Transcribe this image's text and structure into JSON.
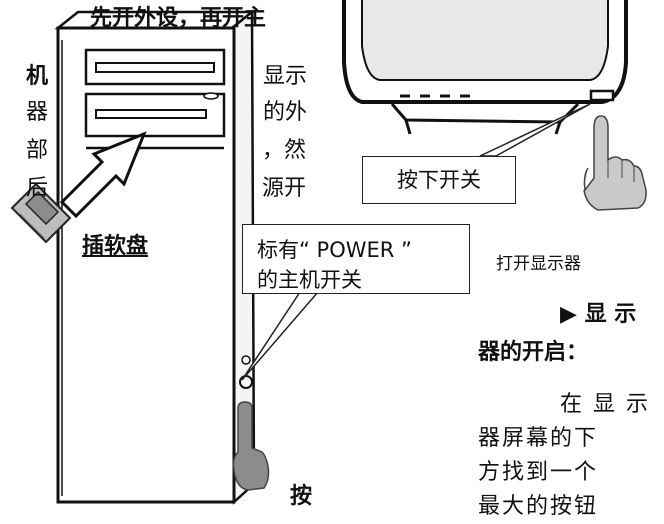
{
  "instructions_left": {
    "heading": "先开外设，再开主",
    "line1_start": "机",
    "line1_end": "显示",
    "line2_start": "器",
    "line2_end": "的外",
    "line3_start": "部",
    "line3_end": "，然",
    "line4_start": "后",
    "line4_end": "源开"
  },
  "labels": {
    "insert_disk": "插软盘",
    "press_switch": "按下开关",
    "power_label_line1": "标有“ POWER ”",
    "power_label_line2": "的主机开关",
    "open_monitor": "打开显示器",
    "press_bottom": "按"
  },
  "right_section": {
    "title_line1": "▶ 显 示",
    "title_line2": "器的开启",
    "title_suffix": "：",
    "body_line1": "在 显 示",
    "body_line2": "器屏幕的下",
    "body_line3": "方找到一个",
    "body_line4": "最大的按钮"
  }
}
